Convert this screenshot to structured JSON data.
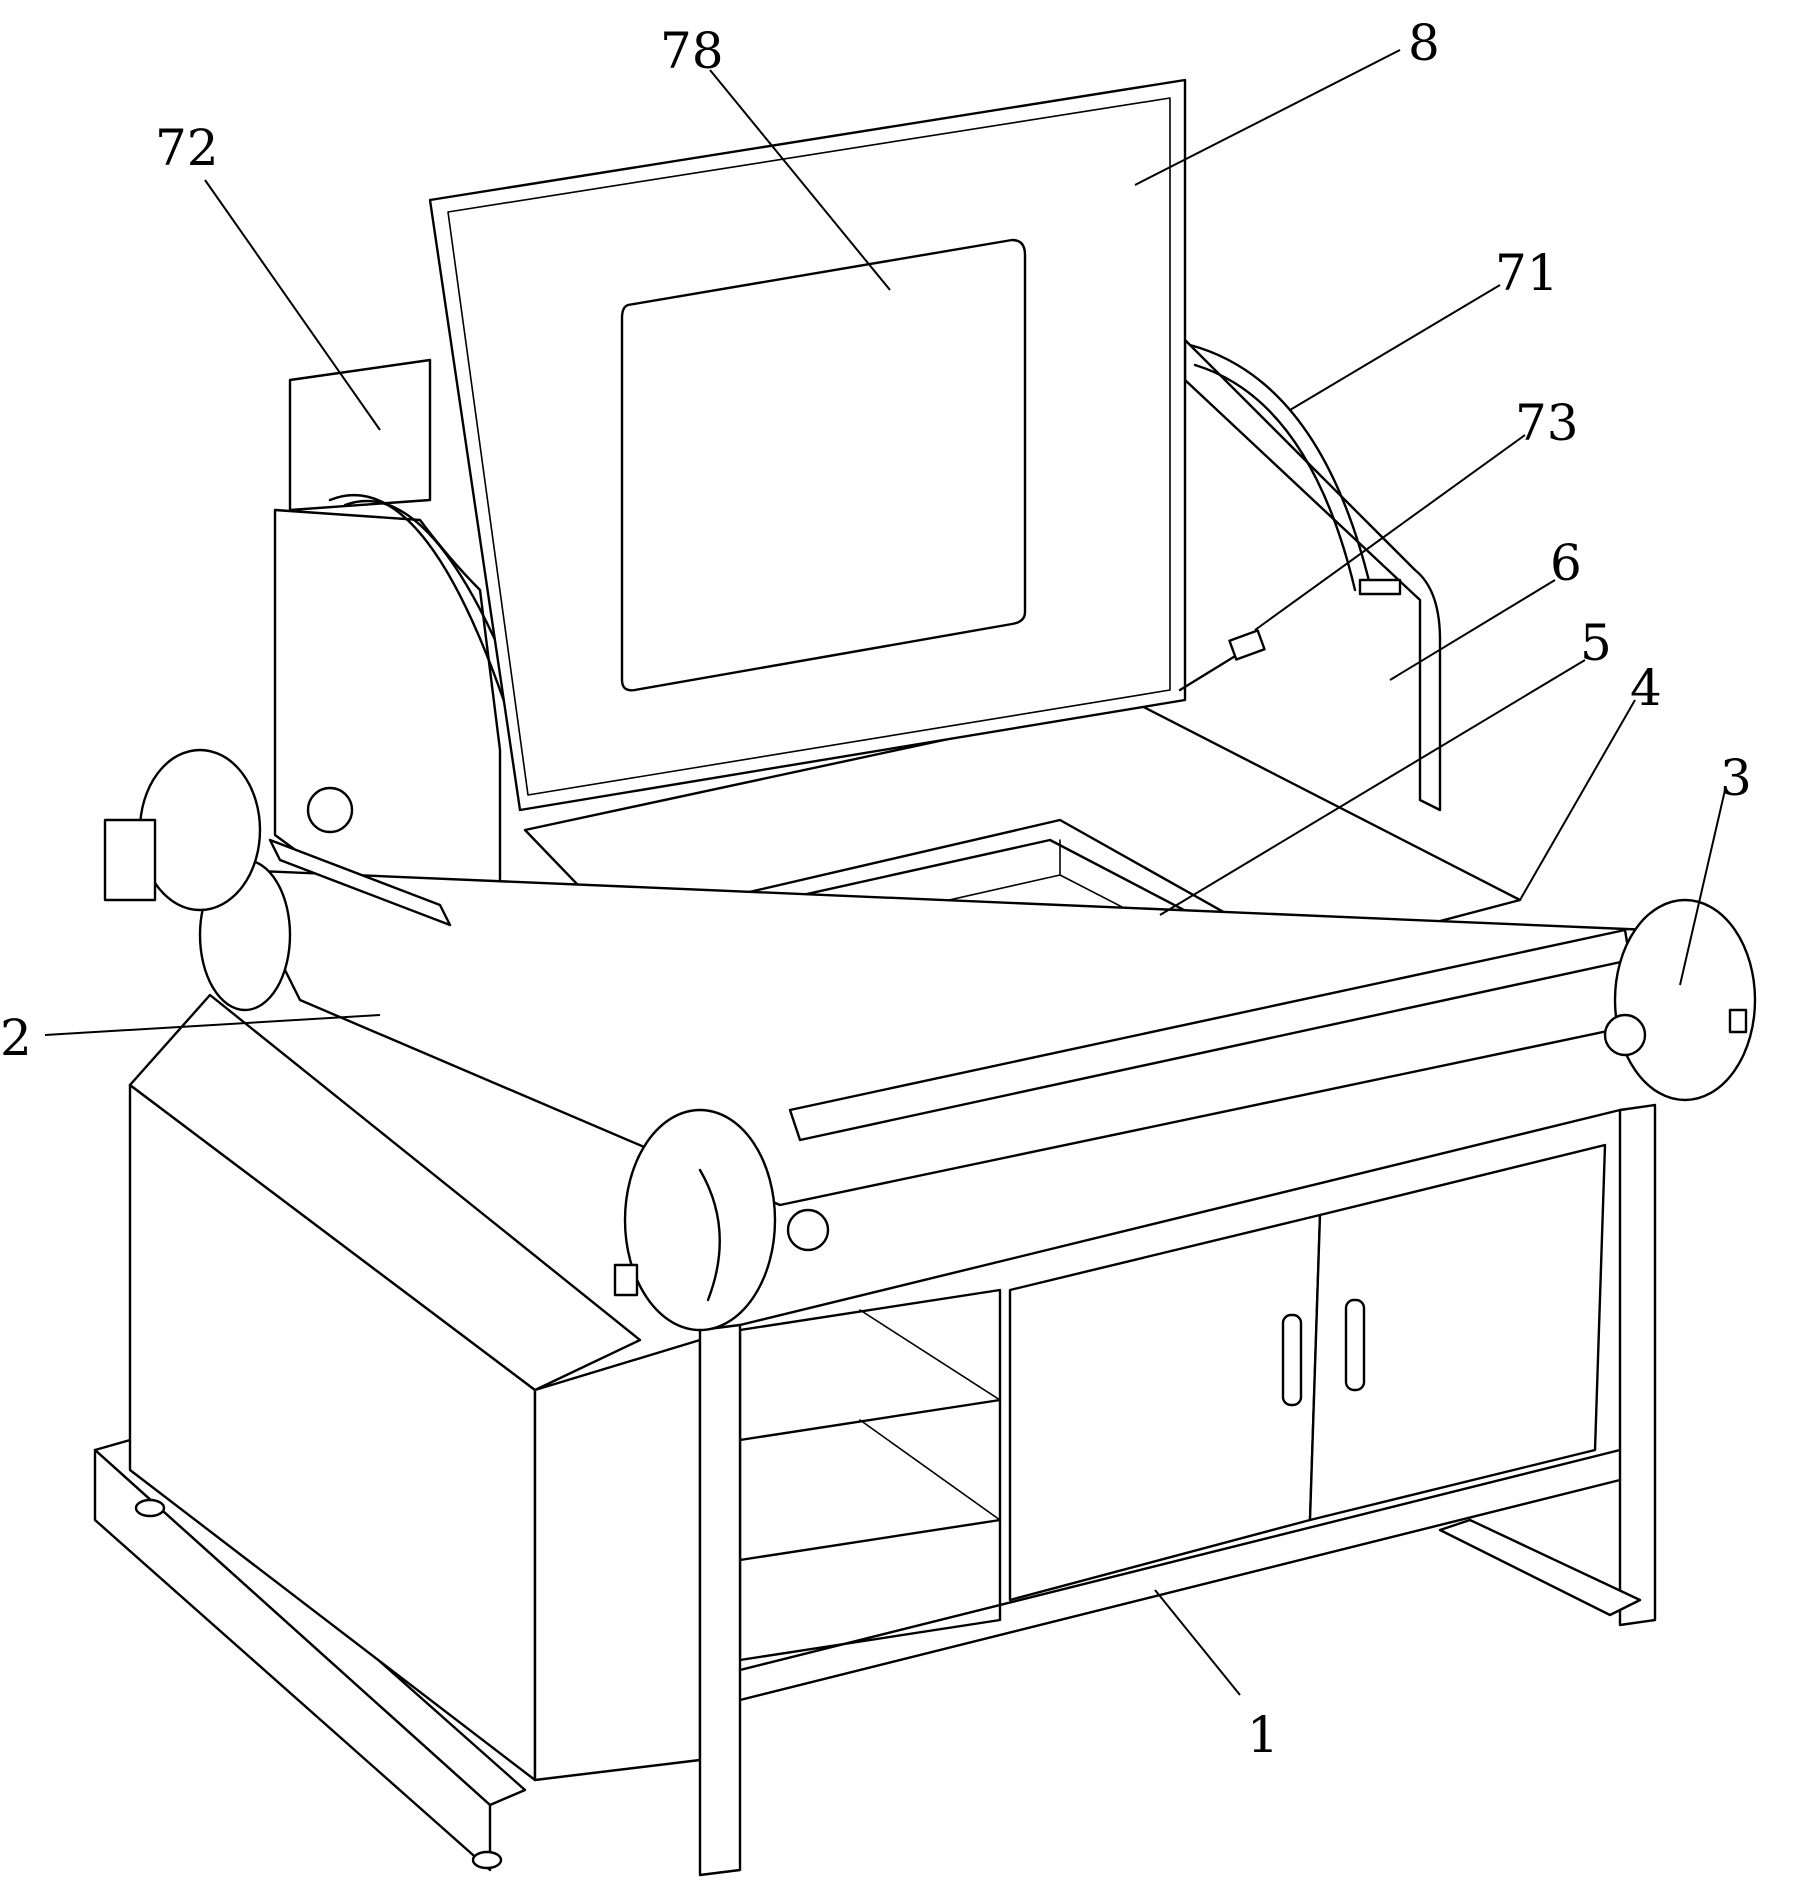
{
  "labels": {
    "l78": "78",
    "l8": "8",
    "l72": "72",
    "l71": "71",
    "l73": "73",
    "l6": "6",
    "l5": "5",
    "l4": "4",
    "l3": "3",
    "l2": "2",
    "l1": "1"
  }
}
